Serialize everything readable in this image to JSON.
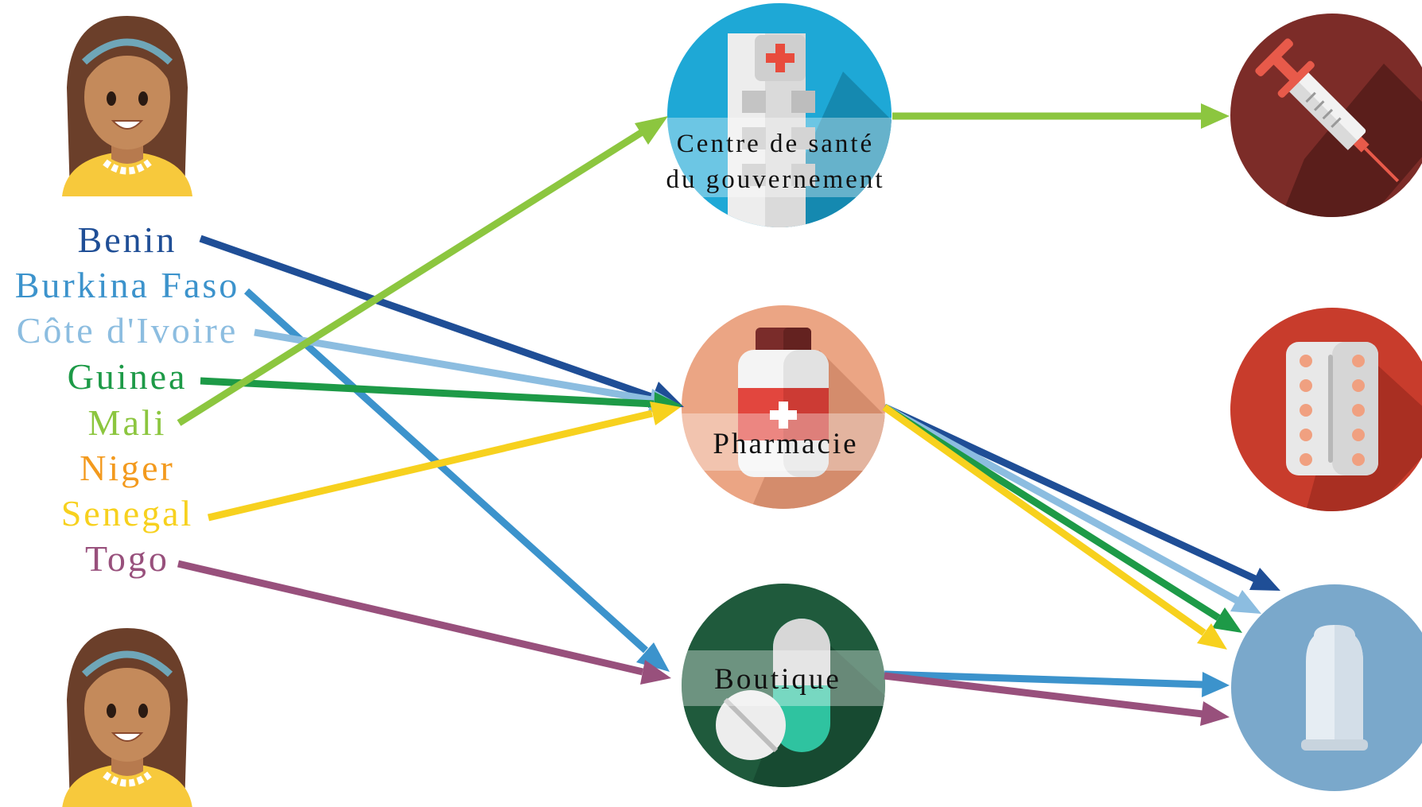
{
  "colors": {
    "benin": "#1F4E96",
    "burkina": "#3C93CC",
    "cote": "#8CBDE0",
    "guinea": "#1D9A47",
    "mali": "#8CC63F",
    "niger": "#F39A1E",
    "senegal": "#F7D11E",
    "togo": "#98507C"
  },
  "countries": [
    {
      "name": "Benin",
      "color": "#1F4E96"
    },
    {
      "name": "Burkina Faso",
      "color": "#3C93CC"
    },
    {
      "name": "Côte d'Ivoire",
      "color": "#8CBDE0"
    },
    {
      "name": "Guinea",
      "color": "#1D9A47"
    },
    {
      "name": "Mali",
      "color": "#8CC63F"
    },
    {
      "name": "Niger",
      "color": "#F39A1E"
    },
    {
      "name": "Senegal",
      "color": "#F7D11E"
    },
    {
      "name": "Togo",
      "color": "#98507C"
    }
  ],
  "sources": {
    "health_centre": {
      "line1": "Centre de santé",
      "line2": "du gouvernement",
      "icon": "hospital-icon"
    },
    "pharmacy": {
      "label": "Pharmacie",
      "icon": "medicine-bottle-icon"
    },
    "boutique": {
      "label": "Boutique",
      "icon": "pills-icon"
    }
  },
  "methods": [
    {
      "icon": "syringe-icon"
    },
    {
      "icon": "pill-blister-icon"
    },
    {
      "icon": "condom-icon"
    }
  ],
  "people": [
    {
      "icon": "woman-avatar-icon"
    },
    {
      "icon": "woman-avatar-icon"
    }
  ]
}
